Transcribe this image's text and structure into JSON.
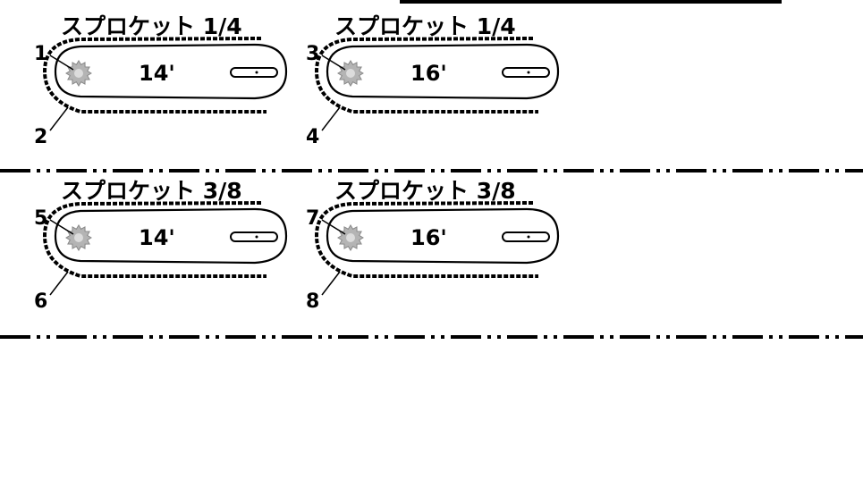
{
  "panels": [
    {
      "title": "スプロケット 1/4",
      "bar_length": "14'",
      "callout_top": "1",
      "callout_bottom": "2"
    },
    {
      "title": "スプロケット 1/4",
      "bar_length": "16'",
      "callout_top": "3",
      "callout_bottom": "4"
    },
    {
      "title": "スプロケット 3/8",
      "bar_length": "14'",
      "callout_top": "5",
      "callout_bottom": "6"
    },
    {
      "title": "スプロケット 3/8",
      "bar_length": "16'",
      "callout_top": "7",
      "callout_bottom": "8"
    }
  ],
  "colors": {
    "ink": "#000000",
    "sprocket_fill": "#b4b4b4",
    "sprocket_center": "#dcdcdc",
    "background": "#ffffff"
  }
}
